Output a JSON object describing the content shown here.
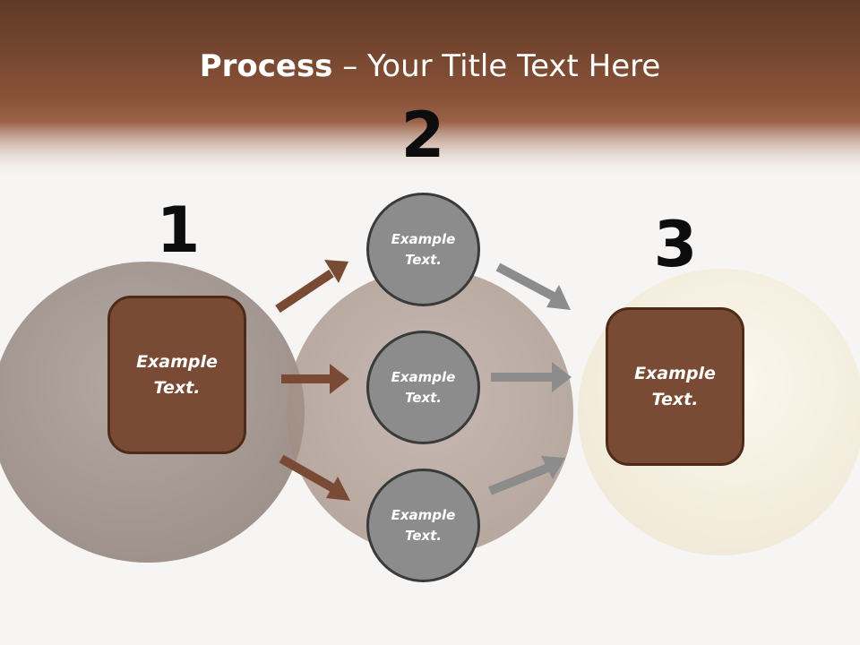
{
  "title": {
    "bold": "Process",
    "rest": " – Your Title Text Here"
  },
  "steps": {
    "one": "1",
    "two": "2",
    "three": "3"
  },
  "boxes": {
    "left": "Example Text.",
    "right": "Example Text."
  },
  "circles": {
    "top": "Example Text.",
    "middle": "Example Text.",
    "bottom": "Example Text."
  },
  "colors": {
    "header_brown": "#8a5238",
    "box_fill": "#7a4b34",
    "box_border": "#4e2a1a",
    "circle_fill": "#8c8c8c",
    "circle_border": "#3a3a3a",
    "arrow_brown": "#7a4b34",
    "arrow_grey": "#8c8c8c"
  }
}
